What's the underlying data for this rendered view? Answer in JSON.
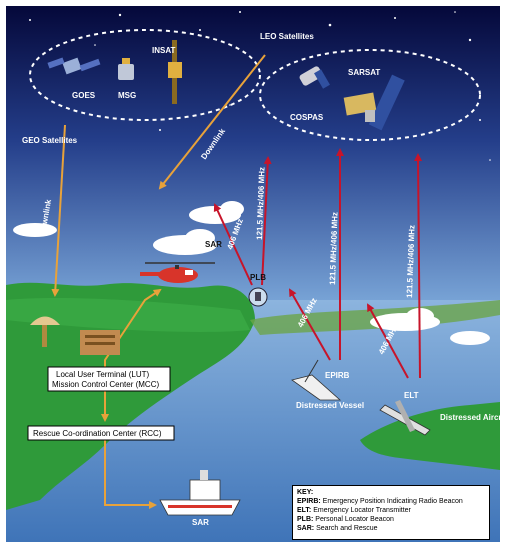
{
  "satellites": {
    "geo_group_label": "GEO Satellites",
    "leo_group_label": "LEO Satellites",
    "geo": [
      "GOES",
      "MSG",
      "INSAT"
    ],
    "leo": [
      "COSPAS",
      "SARSAT"
    ]
  },
  "links": {
    "downlink_1": "Downlink",
    "downlink_2": "Downlink",
    "f406_plb": "406 MHz",
    "f121_plb": "121.5 MHz/406 MHz",
    "f121_epirb": "121.5 MHz/406 MHz",
    "f406_epirb": "406 MHz",
    "f121_elt": "121.5 MHz/406 MHz",
    "f406_elt": "406 MHz"
  },
  "nodes": {
    "sar_heli": "SAR",
    "plb": "PLB",
    "epirb": "EPIRB",
    "distressed_vessel": "Distressed Vessel",
    "elt": "ELT",
    "distressed_aircraft": "Distressed Aircraft",
    "lut": "Local User Terminal (LUT)",
    "mcc": "Mission Control Center (MCC)",
    "rcc": "Rescue Co-ordination Center (RCC)",
    "sar_boat": "SAR"
  },
  "key": {
    "title": "KEY:",
    "items": [
      {
        "abbr": "EPIRB:",
        "text": " Emergency Position Indicating Radio Beacon"
      },
      {
        "abbr": "ELT:",
        "text": " Emergency Locator Transmitter"
      },
      {
        "abbr": "PLB:",
        "text": " Personal Locator Beacon"
      },
      {
        "abbr": "SAR:",
        "text": " Search and Rescue"
      }
    ]
  },
  "colors": {
    "sky_top": "#05083a",
    "sky_bottom": "#6f9cd4",
    "land": "#2f9a3a",
    "water": "#5d8ec9",
    "downlink_arrow": "#e8a23a",
    "beacon_arrow": "#c7142a"
  }
}
